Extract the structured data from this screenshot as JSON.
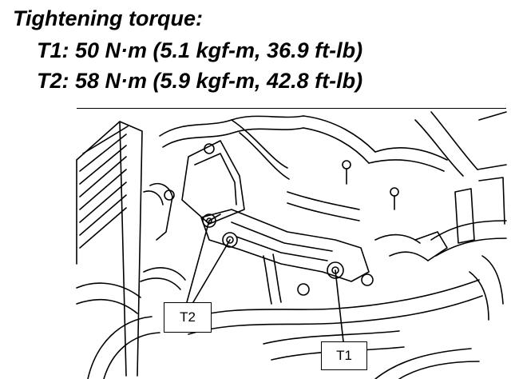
{
  "specs": {
    "heading": "Tightening torque:",
    "t1": "T1: 50 N·m (5.1 kgf-m, 36.9 ft-lb)",
    "t2": "T2: 58 N·m (5.9 kgf-m, 42.8 ft-lb)"
  },
  "callouts": {
    "t1": "T1",
    "t2": "T2"
  },
  "colors": {
    "ink": "#000000",
    "paper": "#ffffff"
  }
}
